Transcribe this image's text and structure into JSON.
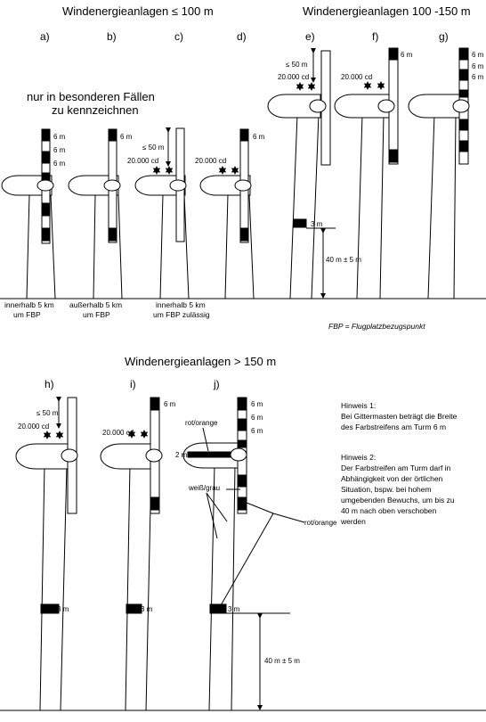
{
  "headings": {
    "group1": "Windenergieanlagen ≤ 100 m",
    "group2": "Windenergieanlagen 100 -150 m",
    "group3": "Windenergieanlagen > 150 m"
  },
  "letters": [
    "a)",
    "b)",
    "c)",
    "d)",
    "e)",
    "f)",
    "g)",
    "h)",
    "i)",
    "j)"
  ],
  "note_special": [
    "nur in besonderen Fällen",
    "zu kennzeichnen"
  ],
  "labels": {
    "six_m": "6 m",
    "three_m": "3 m",
    "two_m": "2 m",
    "le_50m": "≤ 50 m",
    "cd": "20.000 cd",
    "height_40": "40 m ± 5 m",
    "rot_orange": "rot/orange",
    "weiss_grau": "weiß/grau"
  },
  "captions": {
    "a": [
      "innerhalb 5 km",
      "um FBP"
    ],
    "b": [
      "außerhalb 5 km",
      "um FBP"
    ],
    "c": [
      "innerhalb 5 km",
      "um FBP zulässig"
    ]
  },
  "fbp_note": "FBP = Flugplatzbezugspunkt",
  "hints": {
    "h1_title": "Hinweis 1:",
    "h1_lines": [
      "Bei Gittermasten beträgt die Breite",
      "des Farbstreifens am Turm 6 m"
    ],
    "h2_title": "Hinweis 2:",
    "h2_lines": [
      "Der Farbstreifen am Turm darf in",
      "Abhängigkeit von der örtlichen",
      "Situation, bspw. bei hohem",
      "umgebenden Bewuchs,  um bis zu",
      "40 m nach oben verschoben",
      "werden"
    ]
  },
  "colors": {
    "ink": "#000000",
    "paper": "#ffffff"
  }
}
